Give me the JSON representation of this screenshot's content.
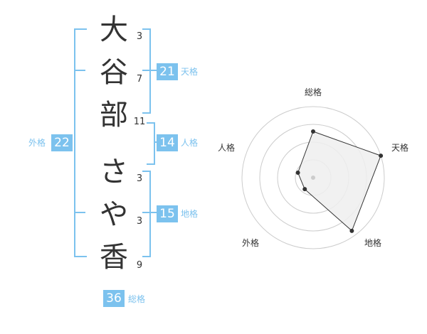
{
  "name_chars": [
    {
      "char": "大",
      "strokes": "3"
    },
    {
      "char": "谷",
      "strokes": "7"
    },
    {
      "char": "部",
      "strokes": "11"
    },
    {
      "char": "さ",
      "strokes": "3"
    },
    {
      "char": "や",
      "strokes": "3"
    },
    {
      "char": "香",
      "strokes": "9"
    }
  ],
  "fortunes": {
    "tenkaku": {
      "label": "天格",
      "value": "21"
    },
    "jinkaku": {
      "label": "人格",
      "value": "14"
    },
    "chikaku": {
      "label": "地格",
      "value": "15"
    },
    "gaikaku": {
      "label": "外格",
      "value": "22"
    },
    "soukaku": {
      "label": "総格",
      "value": "36"
    }
  },
  "chart_data": {
    "type": "radar",
    "axes": [
      "総格",
      "天格",
      "地格",
      "外格",
      "人格"
    ],
    "rings": 4,
    "max": 4,
    "values": [
      2.6,
      4.0,
      3.7,
      0.8,
      0.9
    ],
    "colors": {
      "fill": "#efefef",
      "line": "#333333",
      "ring": "#cccccc",
      "center": "#cccccc"
    }
  }
}
